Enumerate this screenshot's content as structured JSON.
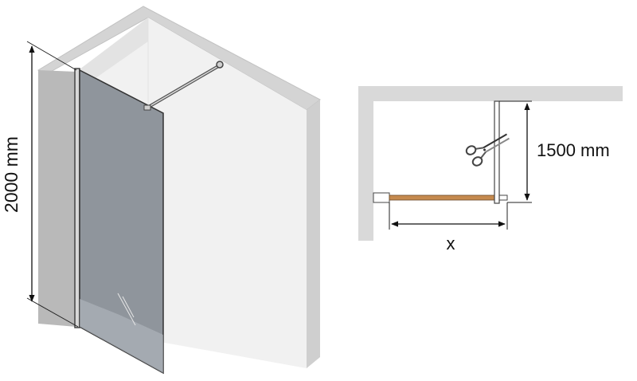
{
  "isometric_view": {
    "height_label": "2000 mm",
    "colors": {
      "wall_top": "#d3d3d3",
      "wall_left": "#b9b9b9",
      "wall_inner": "#f0f0f0",
      "wall_side": "#cfcfcf",
      "glass": "#8e949b",
      "profile": "#444444"
    }
  },
  "plan_view": {
    "width_label": "x",
    "arm_label": "1500 mm",
    "icons": [
      "scissors-icon"
    ],
    "colors": {
      "wall": "#d9d9d9",
      "glass": "#c58a4e",
      "arm": "#ffffff",
      "dimension": "#222222"
    }
  }
}
